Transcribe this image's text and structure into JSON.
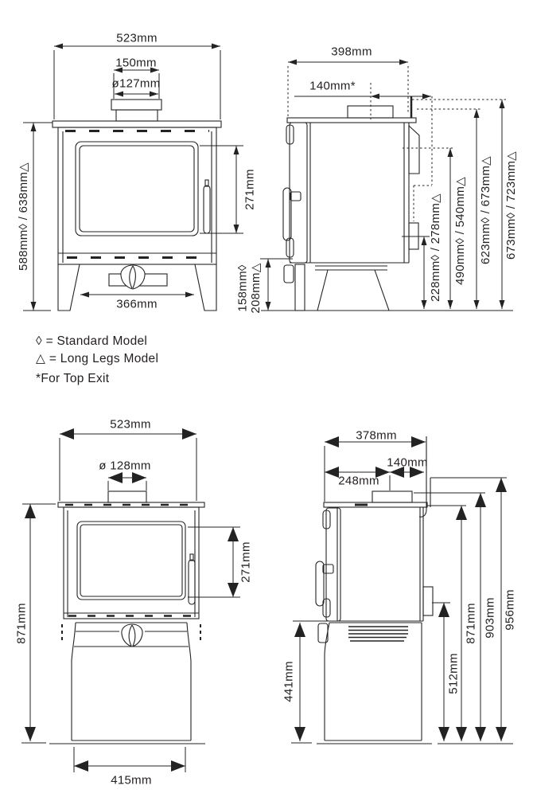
{
  "page": {
    "background": "#ffffff",
    "ink_color": "#232323"
  },
  "legend": {
    "standard_model": "◊ = Standard Model",
    "long_legs_model": "△ = Long Legs Model",
    "footnote": "*For Top Exit"
  },
  "views": {
    "front_standard": {
      "overall_width": "523mm",
      "collar_width": "150mm",
      "flue_diameter": "ø127mm",
      "height": "588mm◊ / 638mm△",
      "glass_height": "271mm",
      "leg_span": "366mm"
    },
    "side_standard": {
      "depth": "398mm",
      "flue_centre_to_rear": "140mm*",
      "leg_height_standard": "158mm◊",
      "leg_height_long_legs": "208mm△",
      "rear_outlet_height": "228mm◊ / 278mm△",
      "rear_exit_height": "490mm◊ / 540mm△",
      "shoulder_height": "623mm◊ / 673mm△",
      "overall_height": "673mm◊ / 723mm△"
    },
    "front_log_store": {
      "overall_width": "523mm",
      "flue_diameter": "ø 128mm",
      "glass_height": "271mm",
      "overall_height": "871mm",
      "base_width": "415mm"
    },
    "side_log_store": {
      "depth": "378mm",
      "front_to_flue_centre": "248mm",
      "flue_centre_to_rear": "140mm",
      "log_store_height": "441mm",
      "rear_panel_height": "512mm",
      "top_plate_height": "871mm",
      "collar_height": "903mm",
      "overall_height": "956mm"
    }
  }
}
